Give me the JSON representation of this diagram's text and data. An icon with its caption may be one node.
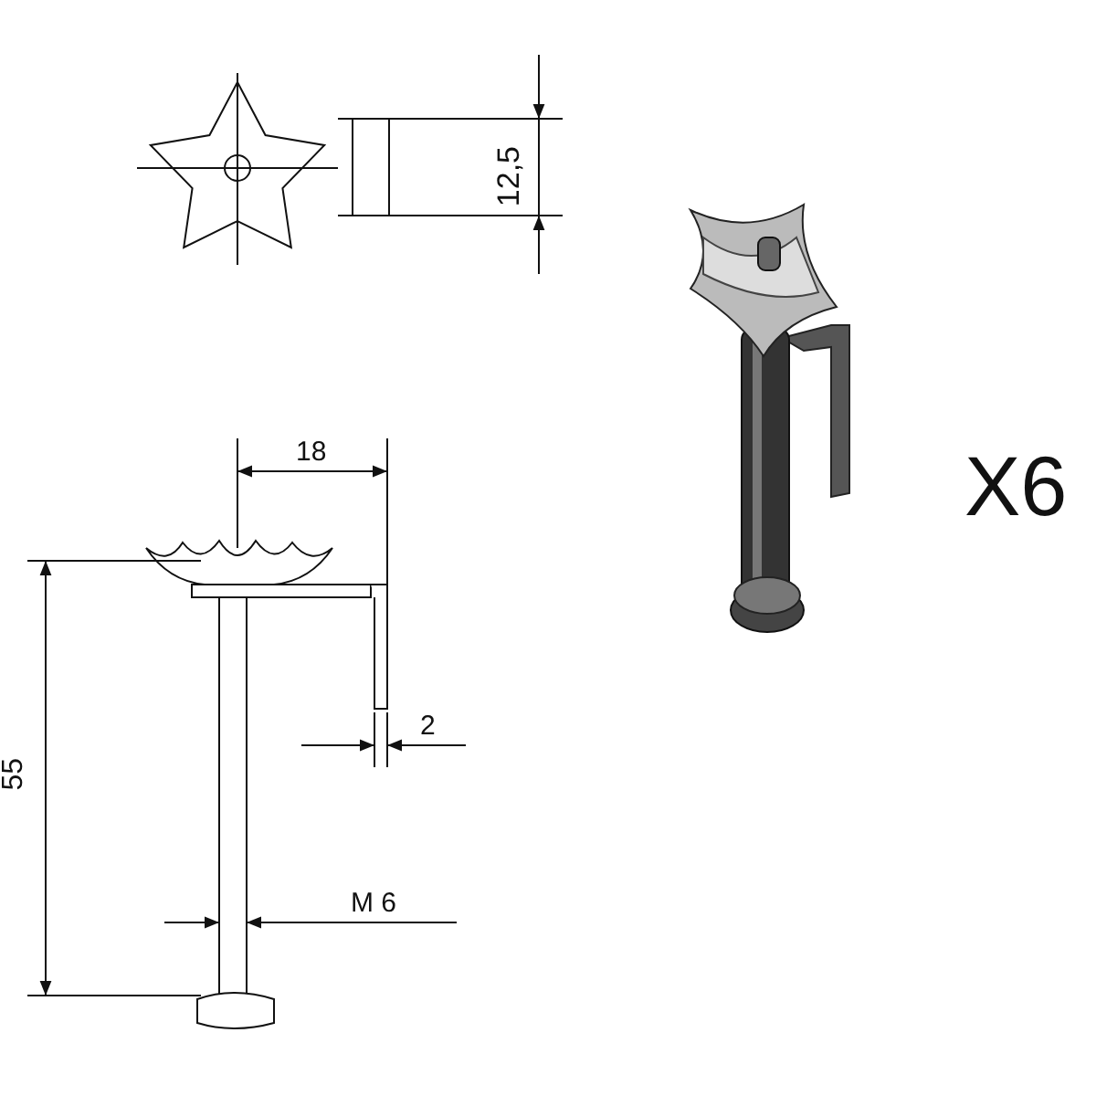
{
  "diagram": {
    "labels": [
      "12,5",
      "X6",
      "18",
      "2",
      "55",
      "M 6"
    ]
  }
}
